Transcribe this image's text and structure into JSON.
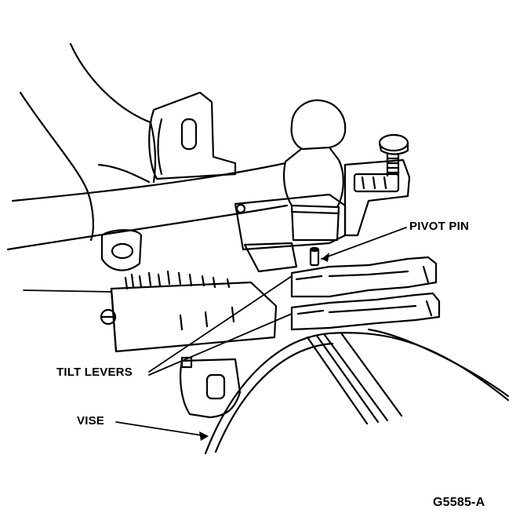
{
  "labels": {
    "pivot_pin": "PIVOT PIN",
    "tilt_levers": "TILT LEVERS",
    "vise": "VISE"
  },
  "figure_ref": "G5585-A",
  "colors": {
    "ink": "#000000",
    "paper": "#ffffff"
  }
}
